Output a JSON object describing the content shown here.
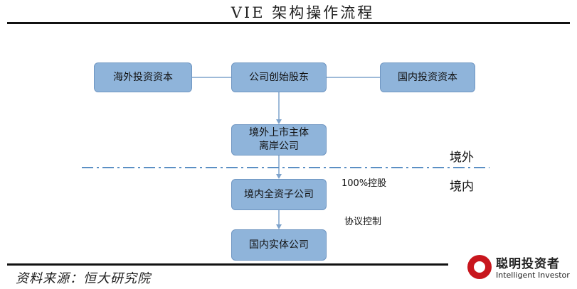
{
  "title": "VIE 架构操作流程",
  "nodes": {
    "overseas_capital": "海外投资资本",
    "founders": "公司创始股东",
    "domestic_capital": "国内投资资本",
    "offshore_entity_line1": "境外上市主体",
    "offshore_entity_line2": "离岸公司",
    "wfoe": "境内全资子公司",
    "domestic_entity": "国内实体公司"
  },
  "regions": {
    "offshore": "境外",
    "onshore": "境内"
  },
  "edge_labels": {
    "holding": "100%控股",
    "agreement": "协议控制"
  },
  "source": "资料来源：恒大研究院",
  "logo": {
    "name_cn": "聪明投资者",
    "name_en": "Intelligent Investor"
  },
  "colors": {
    "box_fill": "#8fb4da",
    "box_border": "#6f96c2",
    "line": "#7ea3cc",
    "boundary_dash": "#5b8fc4",
    "logo_red": "#c8161d"
  }
}
